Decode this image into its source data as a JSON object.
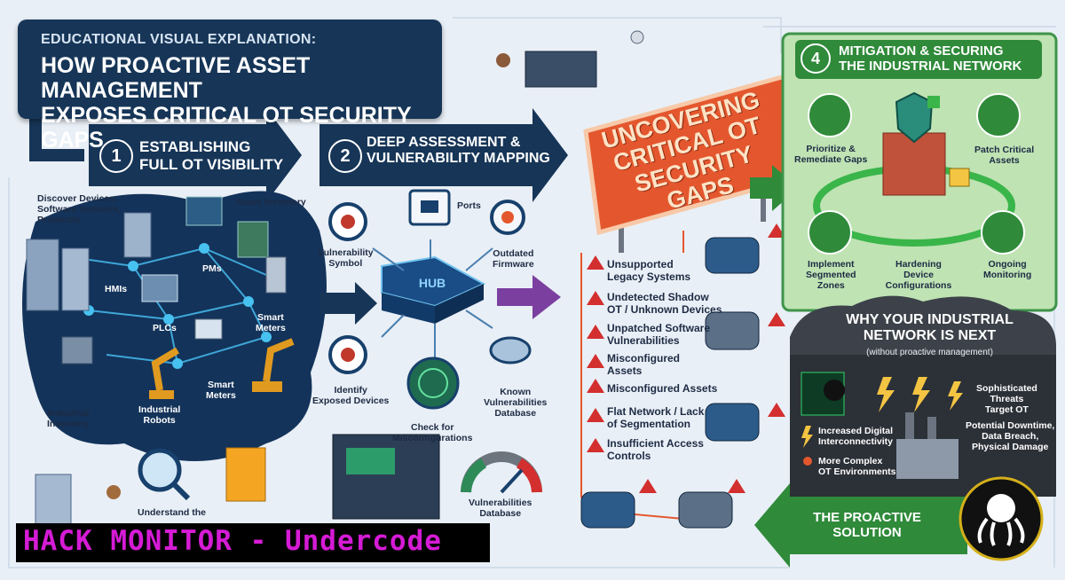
{
  "header": {
    "kicker": "EDUCATIONAL VISUAL EXPLANATION:",
    "title_line1": "HOW PROACTIVE ASSET MANAGEMENT",
    "title_line2": "EXPOSES CRITICAL OT SECURITY GAPS"
  },
  "step1": {
    "number": "1",
    "line1": "ESTABLISHING",
    "line2": "FULL OT VISIBILITY",
    "labels": {
      "discover_1": "Discover Devices,",
      "discover_2": "Software Versions,",
      "discover_3": "Protocols",
      "asset_inventory": "Asset Inventory",
      "hmis": "HMIs",
      "pms": "PMs",
      "plcs": "PLCs",
      "smart_meters_1_a": "Smart",
      "smart_meters_1_b": "Meters",
      "smart_meters_2_a": "Smart",
      "smart_meters_2_b": "Meters",
      "industrial_robots_a": "Industrial",
      "industrial_robots_b": "Robots",
      "industrial_inventory_a": "Industrial",
      "industrial_inventory_b": "Inventory",
      "understand": "Understand the"
    }
  },
  "step2": {
    "number": "2",
    "line1": "DEEP ASSESSMENT &",
    "line2": "VULNERABILITY MAPPING",
    "hub_label": "HUB",
    "labels": {
      "ports": "Ports",
      "vuln_symbol_a": "Vulnerability",
      "vuln_symbol_b": "Symbol",
      "outdated_a": "Outdated",
      "outdated_b": "Firmware",
      "identify_a": "Identify",
      "identify_b": "Exposed Devices",
      "check_a": "Check for",
      "check_b": "Misconfigurations",
      "known_a": "Known",
      "known_b": "Vulnerabilities",
      "known_c": "Database",
      "vdb_a": "Vulnerabilities",
      "vdb_b": "Database"
    }
  },
  "sign": {
    "line1": "UNCOVERING",
    "line2": "CRITICAL OT",
    "line3": "SECURITY GAPS"
  },
  "gaps": {
    "g1a": "Unsupported",
    "g1b": "Legacy Systems",
    "g2a": "Undetected Shadow",
    "g2b": "OT / Unknown Devices",
    "g3a": "Unpatched Software",
    "g3b": "Vulnerabilities",
    "g4a": "Misconfigured",
    "g4b": "Assets",
    "g5": "Misconfigured Assets",
    "g6a": "Flat Network / Lack",
    "g6b": "of Segmentation",
    "g7a": "Insufficient Access",
    "g7b": "Controls"
  },
  "step4": {
    "number": "4",
    "line1": "MITIGATION & SECURING",
    "line2": "THE INDUSTRIAL NETWORK",
    "labels": {
      "prioritize_a": "Prioritize &",
      "prioritize_b": "Remediate Gaps",
      "patch_a": "Patch Critical",
      "patch_b": "Assets",
      "implement_a": "Implement",
      "implement_b": "Segmented",
      "implement_c": "Zones",
      "hardening_a": "Hardening",
      "hardening_b": "Device",
      "hardening_c": "Configurations",
      "ongoing_a": "Ongoing",
      "ongoing_b": "Monitoring"
    }
  },
  "why": {
    "line1": "WHY YOUR INDUSTRIAL",
    "line2": "NETWORK IS NEXT",
    "sub": "(without proactive management)",
    "threats_a": "Sophisticated",
    "threats_b": "Threats",
    "threats_c": "Target OT",
    "digital_a": "Increased Digital",
    "digital_b": "Interconnectivity",
    "downtime_a": "Potential Downtime,",
    "downtime_b": "Data Breach,",
    "downtime_c": "Physical Damage",
    "complex_a": "More Complex",
    "complex_b": "OT Environments"
  },
  "solution": {
    "line1": "THE PROACTIVE",
    "line2": "SOLUTION"
  },
  "branding": {
    "text": "HACK MONITOR - Undercode"
  },
  "colors": {
    "navy": "#163557",
    "sign_orange": "#e4572e",
    "mitigation_green": "#2f8a3a",
    "warning_red": "#d32f2f",
    "brand_magenta": "#d61bd6"
  }
}
